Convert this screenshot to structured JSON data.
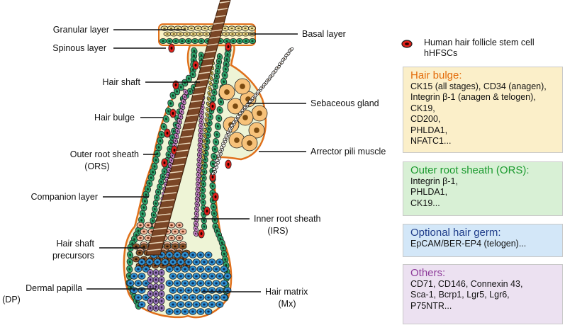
{
  "labels_left": {
    "granular_layer": "Granular layer",
    "spinous_layer": "Spinous layer",
    "hair_shaft": "Hair shaft",
    "hair_bulge": "Hair  bulge",
    "ors_line1": "Outer root sheath",
    "ors_line2": "(ORS)",
    "companion_layer": "Companion layer",
    "precursors_line1": "Hair shaft",
    "precursors_line2": "precursors",
    "dp_line1": "Dermal papilla",
    "dp_line2": "(DP)"
  },
  "labels_right": {
    "basal_layer": "Basal layer",
    "sebaceous_gland": "Sebaceous gland",
    "arrector": "Arrector pili muscle",
    "irs_line1": "Inner root sheath",
    "irs_line2": "(IRS)",
    "matrix_line1": "Hair matrix",
    "matrix_line2": "(Mx)"
  },
  "legend": {
    "line1": "Human hair follicle stem cell",
    "line2": "hHFSCs",
    "marker_color": "#e0211b"
  },
  "boxes": {
    "bulge": {
      "title": "Hair  bulge:",
      "lines": [
        "CK15 (all stages), CD34 (anagen),",
        "Integrin β-1 (anagen & telogen),",
        "CK19,",
        "CD200,",
        "PHLDA1,",
        "NFATC1..."
      ]
    },
    "ors": {
      "title": "Outer root sheath (ORS):",
      "lines": [
        "Integrin β-1,",
        "PHLDA1,",
        "CK19..."
      ]
    },
    "germ": {
      "title": "Optional hair germ:",
      "lines": [
        "EpCAM/BER-EP4 (telogen)..."
      ]
    },
    "others": {
      "title": "Others:",
      "lines": [
        "CD71, CD146, Connexin 43,",
        "Sca-1,  Bcrp1,  Lgr5, Lgr6,",
        "P75NTR..."
      ]
    }
  },
  "colors": {
    "ors_cell": "#2ea36b",
    "outline": "#e0701c",
    "stem_cell": "#e0211b",
    "irs": "#c889c8",
    "companion": "#d9c85a",
    "matrix": "#2e8fd0",
    "cortex": "#6b3a1c",
    "sebaceous": "#f7c27a",
    "dp": "#9977bb"
  }
}
